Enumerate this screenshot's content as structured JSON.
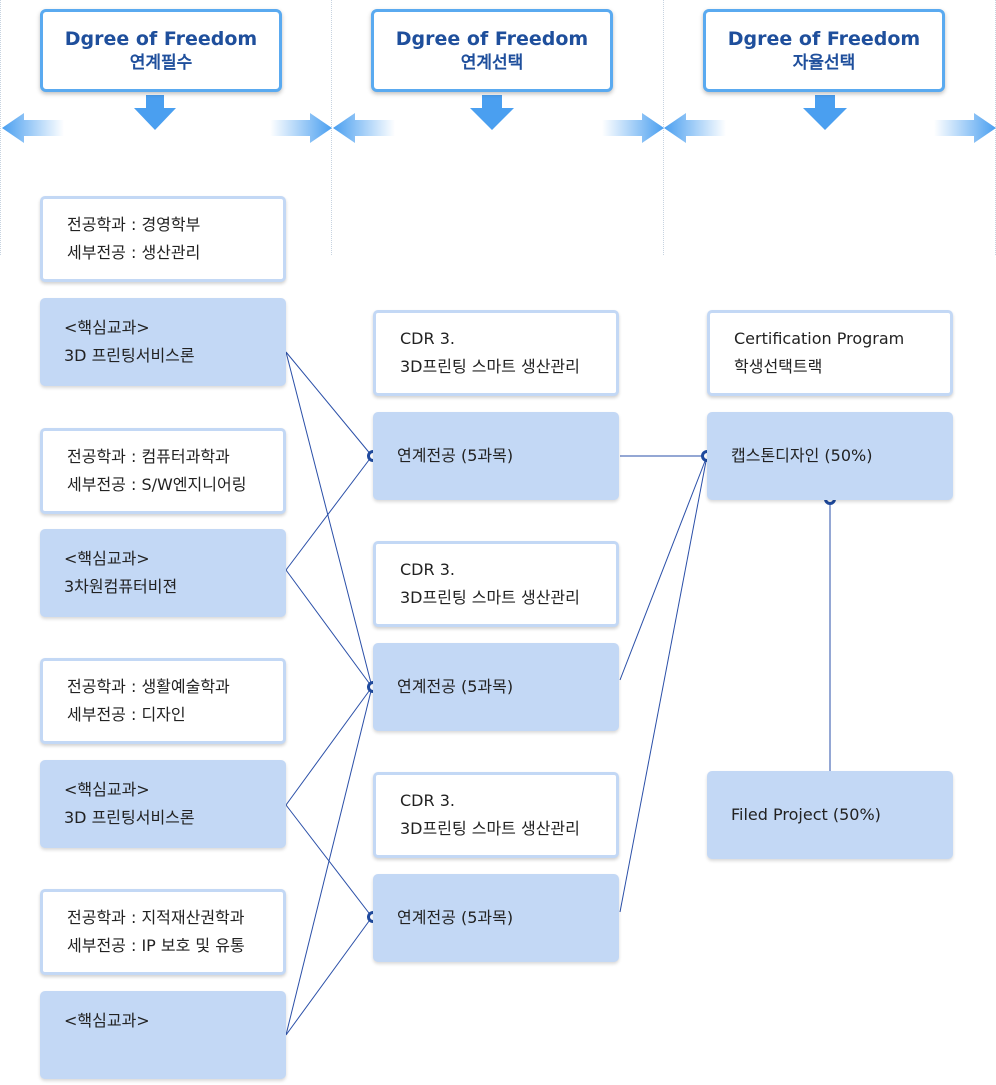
{
  "colors": {
    "header_border": "#5aaaf0",
    "header_text": "#1f4f9c",
    "box_blue": "#c3d8f5",
    "arrow": "#4a9ff0",
    "line": "#2a4fa8"
  },
  "headers": [
    {
      "title": "Dgree of Freedom",
      "sub": "연계필수"
    },
    {
      "title": "Dgree of Freedom",
      "sub": "연계선택"
    },
    {
      "title": "Dgree of Freedom",
      "sub": "자율선택"
    }
  ],
  "left_column": [
    {
      "line1": "전공학과 : 경영학부",
      "line2": "세부전공 : 생산관리",
      "core_label": "<핵심교과>",
      "core_course": "3D 프린팅서비스론"
    },
    {
      "line1": "전공학과 : 컴퓨터과학과",
      "line2": "세부전공 : S/W엔지니어링",
      "core_label": "<핵심교과>",
      "core_course": "3차원컴퓨터비젼"
    },
    {
      "line1": "전공학과 : 생활예술학과",
      "line2": "세부전공 : 디자인",
      "core_label": "<핵심교과>",
      "core_course": "3D 프린팅서비스론"
    },
    {
      "line1": "전공학과 : 지적재산권학과",
      "line2": "세부전공 : IP 보호 및 유통",
      "core_label": "<핵심교과>",
      "core_course": ""
    }
  ],
  "middle_column": [
    {
      "line1": "CDR 3.",
      "line2": "3D프린팅 스마트 생산관리",
      "link": "연계전공 (5과목)"
    },
    {
      "line1": "CDR 3.",
      "line2": "3D프린팅 스마트 생산관리",
      "link": "연계전공 (5과목)"
    },
    {
      "line1": "CDR 3.",
      "line2": "3D프린팅 스마트 생산관리",
      "link": "연계전공 (5과목)"
    }
  ],
  "right_column": {
    "cert_line1": "Certification Program",
    "cert_line2": "학생선택트랙",
    "capstone": "캡스톤디자인 (50%)",
    "field_project": "Filed Project (50%)"
  }
}
